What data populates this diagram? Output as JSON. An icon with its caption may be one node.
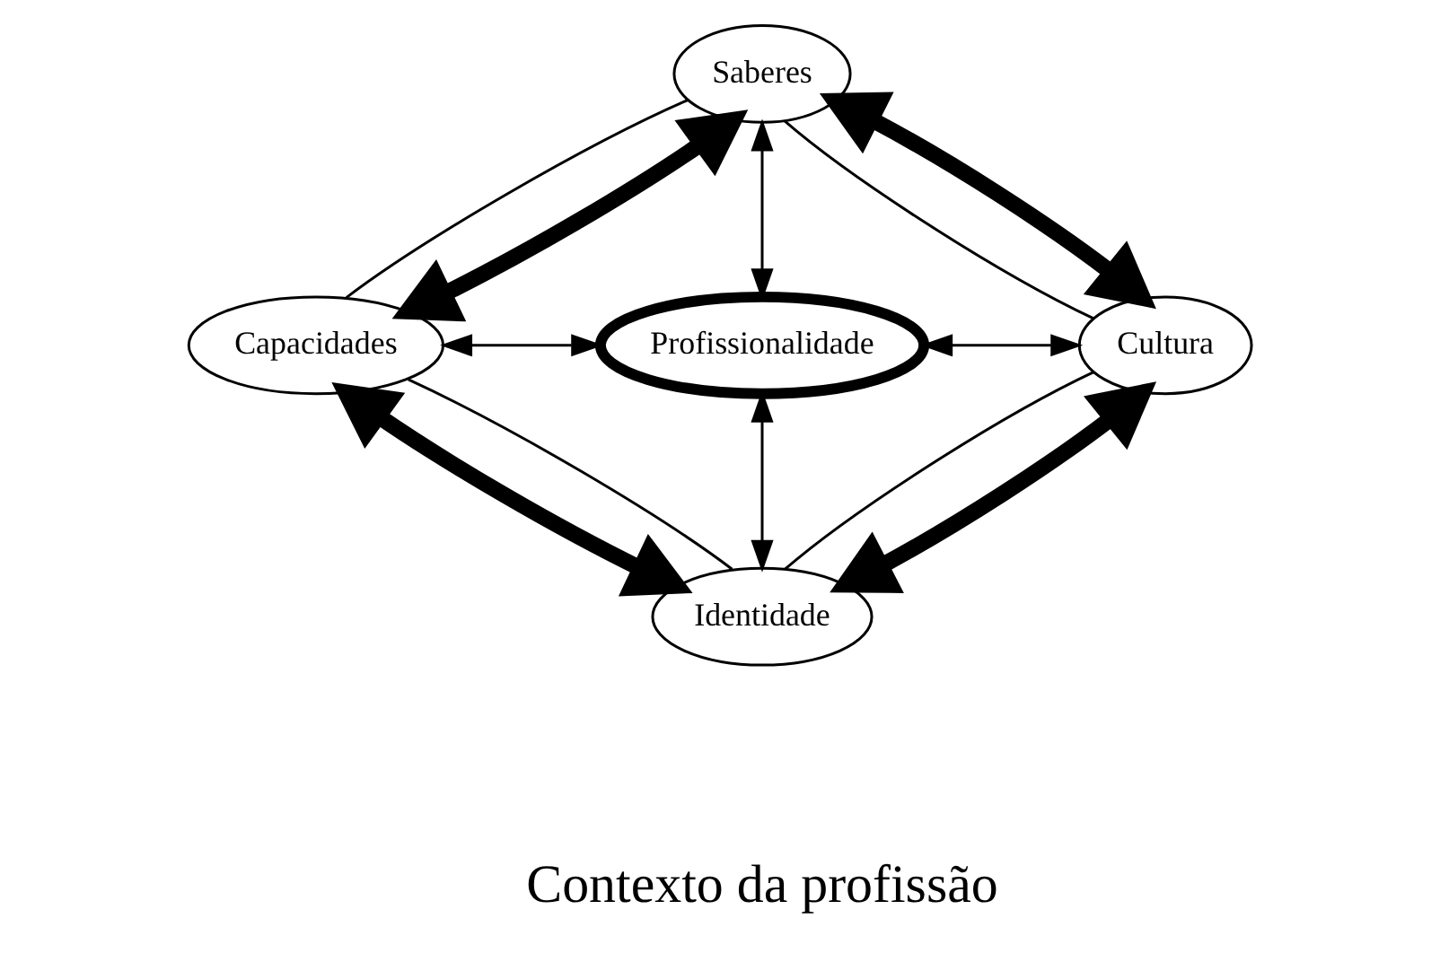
{
  "diagram": {
    "nodes": [
      {
        "text": [
          "Saberes"
        ]
      },
      {
        "text": [
          "Capacidades"
        ]
      },
      {
        "text": [
          "Profissionalidade"
        ]
      },
      {
        "text": [
          "Cultura"
        ]
      },
      {
        "text": [
          "Identidade"
        ]
      }
    ],
    "edges": [
      {
        "from": 0,
        "to": 3,
        "arrow": "none"
      },
      {
        "from": 3,
        "to": 4,
        "arrow": "none"
      },
      {
        "from": 4,
        "to": 1,
        "arrow": "none"
      },
      {
        "from": 1,
        "to": 0,
        "arrow": "none"
      },
      {
        "from": 1,
        "to": 0,
        "arrow": "both",
        "style": "thick"
      },
      {
        "from": 0,
        "to": 3,
        "arrow": "both",
        "style": "thick"
      },
      {
        "from": 1,
        "to": 4,
        "arrow": "both",
        "style": "thick"
      },
      {
        "from": 3,
        "to": 4,
        "arrow": "both",
        "style": "thick"
      },
      {
        "from": 0,
        "to": 2,
        "arrow": "both"
      },
      {
        "from": 1,
        "to": 2,
        "arrow": "both"
      },
      {
        "from": 2,
        "to": 3,
        "arrow": "both"
      },
      {
        "from": 2,
        "to": 4,
        "arrow": "both"
      }
    ],
    "labels": [
      "Contexto da profissão"
    ]
  }
}
